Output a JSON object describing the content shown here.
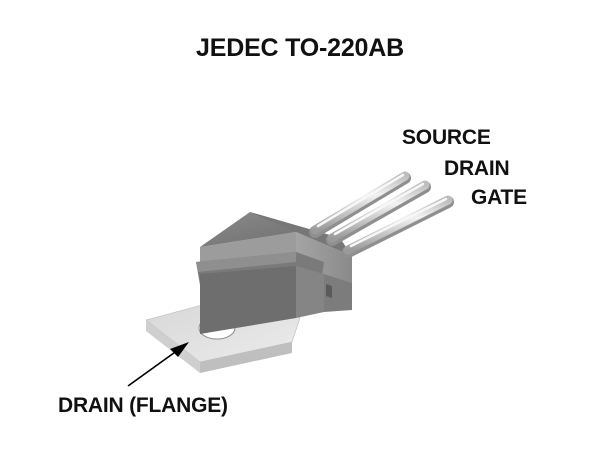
{
  "title": "JEDEC TO-220AB",
  "pin_labels": {
    "source": "SOURCE",
    "drain": "DRAIN",
    "gate": "GATE"
  },
  "callout": {
    "text": "DRAIN (FLANGE)"
  },
  "colors": {
    "flange_top": "#e2e2e2",
    "flange_front": "#c4c4c4",
    "body_top": "#7b7b7b",
    "body_side": "#9a9a9a",
    "body_front": "#6f6f6f",
    "lead_light": "#e6e6e6",
    "lead_shadow": "#9c9c9c",
    "text": "#111111"
  },
  "icons": [
    "to220-package-drawing",
    "callout-arrow"
  ]
}
